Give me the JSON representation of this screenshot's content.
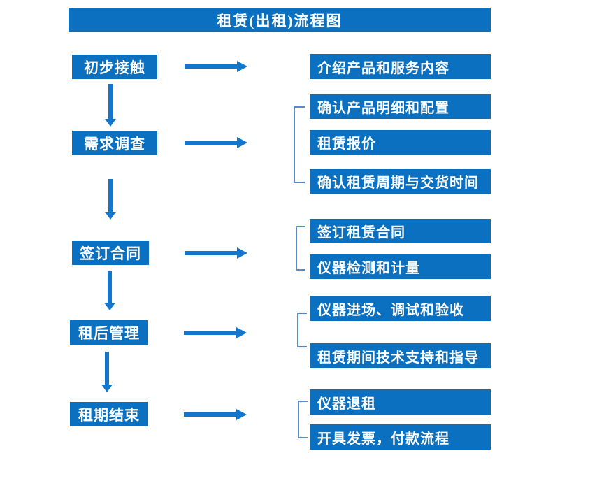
{
  "title": "租赁(出租)流程图",
  "colors": {
    "box_blue": "#0b70c0",
    "arrow_blue": "#1277cc",
    "bracket_blue": "#5b89c9",
    "text": "#ffffff",
    "background": "#ffffff"
  },
  "flow": {
    "steps": [
      {
        "label": "初步接触",
        "details": [
          "介绍产品和服务内容"
        ]
      },
      {
        "label": "需求调查",
        "details": [
          "确认产品明细和配置",
          "租赁报价",
          "确认租赁周期与交货时间"
        ]
      },
      {
        "label": "签订合同",
        "details": [
          "签订租赁合同",
          "仪器检测和计量"
        ]
      },
      {
        "label": "租后管理",
        "details": [
          "仪器进场、调试和验收",
          "租赁期间技术支持和指导"
        ]
      },
      {
        "label": "租期结束",
        "details": [
          "仪器退租",
          "开具发票，付款流程"
        ]
      }
    ]
  }
}
